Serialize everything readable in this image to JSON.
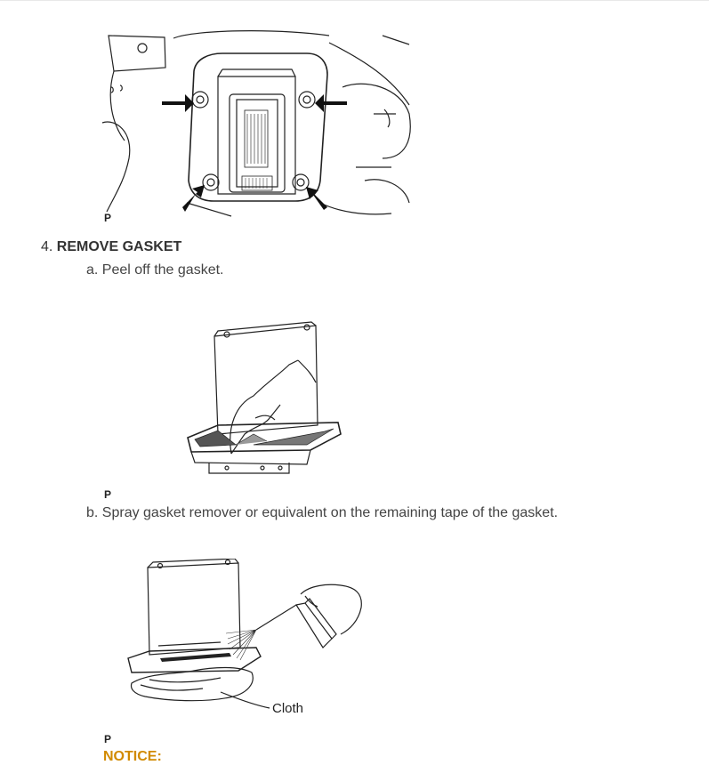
{
  "figure1": {
    "label": "P"
  },
  "step": {
    "number": "4.",
    "title": "REMOVE GASKET"
  },
  "substep_a": {
    "text": "a. Peel off the gasket."
  },
  "figure2": {
    "label": "P"
  },
  "substep_b": {
    "text": "b. Spray gasket remover or equivalent on the remaining tape of the gasket."
  },
  "figure3": {
    "label": "P",
    "callout": "Cloth"
  },
  "notice": {
    "label": "NOTICE:"
  }
}
